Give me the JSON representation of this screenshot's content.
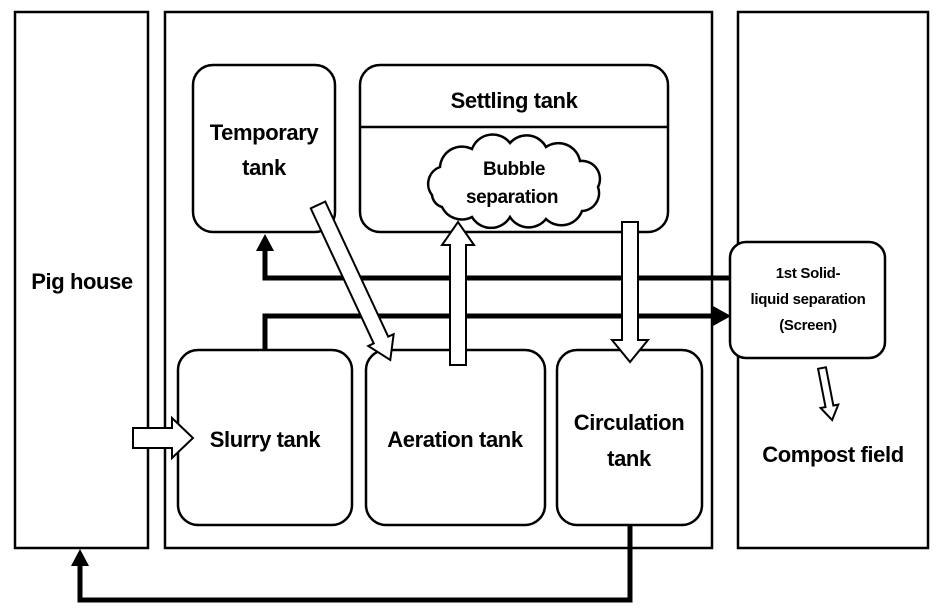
{
  "labels": {
    "pig_house": "Pig house",
    "temporary_tank": [
      "Temporary",
      "tank"
    ],
    "settling_tank": "Settling tank",
    "bubble_separation": [
      "Bubble",
      "separation"
    ],
    "slurry_tank": "Slurry tank",
    "aeration_tank": "Aeration tank",
    "circulation_tank": [
      "Circulation",
      "tank"
    ],
    "solid_liquid_separation": [
      "1st Solid-",
      "liquid separation",
      "(Screen)"
    ],
    "compost_field": "Compost field"
  }
}
